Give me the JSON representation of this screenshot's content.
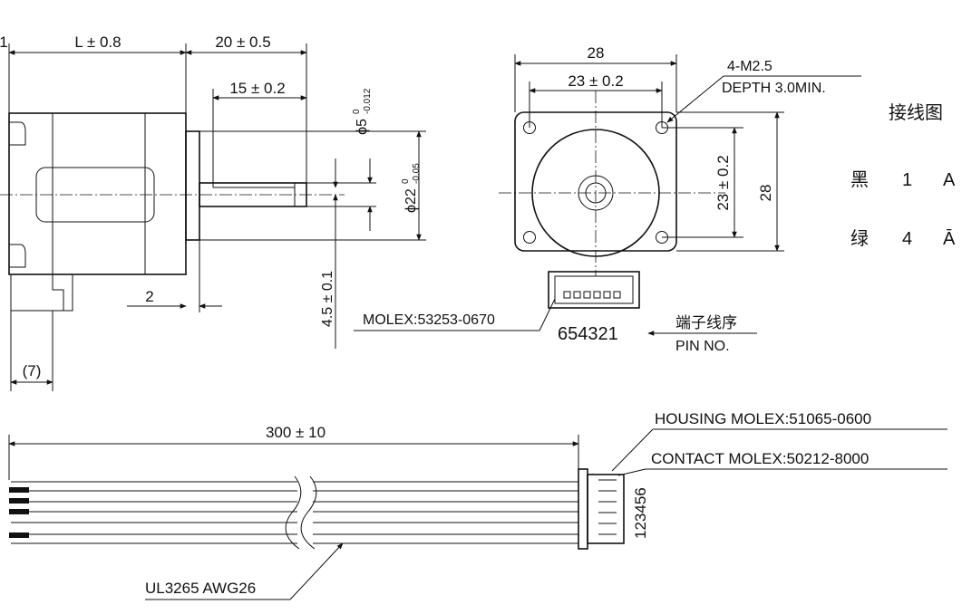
{
  "side_view": {
    "dim_left_partial": "1",
    "dim_length": "L ± 0.8",
    "dim_shaft_total": "20 ± 0.5",
    "dim_shaft_flat": "15 ± 0.2",
    "dim_shaft_dia": "ϕ5",
    "dim_shaft_dia_tol_upper": "0",
    "dim_shaft_dia_tol_lower": "-0.012",
    "dim_pilot_dia": "ϕ22",
    "dim_pilot_tol_upper": "0",
    "dim_pilot_tol_lower": "-0.05",
    "dim_pilot_height": "2",
    "dim_flat_depth": "4.5 ± 0.1",
    "dim_connector": "(7)"
  },
  "front_view": {
    "dim_width": "28",
    "dim_hole_pitch_h": "23 ± 0.2",
    "dim_hole_pitch_v": "23 ± 0.2",
    "dim_height": "28",
    "screw_spec": "4-M2.5",
    "screw_depth": "DEPTH 3.0MIN.",
    "connector_label": "MOLEX:53253-0670",
    "pin_order": "654321",
    "pin_label_cn": "端子线序",
    "pin_label_en": "PIN NO."
  },
  "wiring": {
    "title": "接线图",
    "rows": [
      {
        "color": "黑",
        "pin": "1",
        "signal": "A"
      },
      {
        "color": "绿",
        "pin": "4",
        "signal": "Ā"
      }
    ]
  },
  "cable": {
    "dim_length": "300 ± 10",
    "housing": "HOUSING MOLEX:51065-0600",
    "contact": "CONTACT MOLEX:50212-8000",
    "pin_numbers": "123456",
    "wire_spec": "UL3265 AWG26"
  }
}
